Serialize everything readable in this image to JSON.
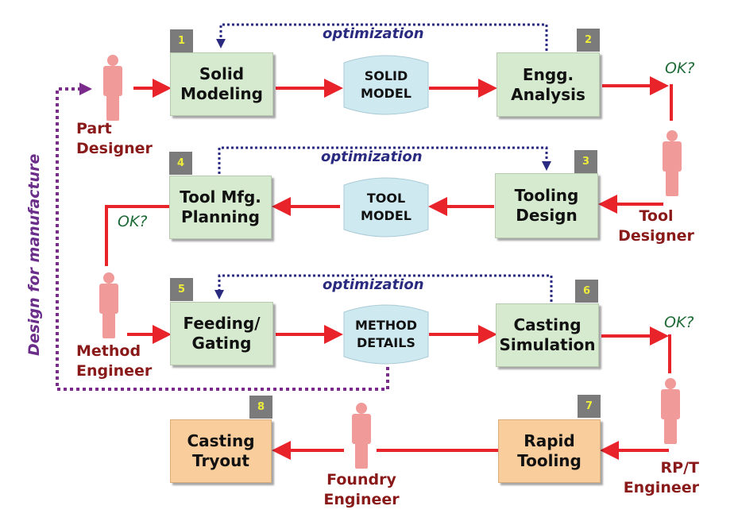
{
  "title": "Casting development process flow",
  "colors": {
    "flow_arrow": "#e8232a",
    "optimization_loop": "#2a2a80",
    "dfm_loop": "#7a2b8c",
    "process_box": "#d6ead0",
    "rp_box": "#f9cd9c",
    "data_store": "#cfe9f1",
    "badge_bg": "#7b7b7b",
    "badge_text": "#eded3a",
    "person": "#f19a9a",
    "role_text": "#8a1a1a",
    "ok_text": "#1f6b38"
  },
  "steps": [
    {
      "num": "1",
      "label": "Solid\nModeling"
    },
    {
      "num": "2",
      "label": "Engg.\nAnalysis"
    },
    {
      "num": "3",
      "label": "Tooling\nDesign"
    },
    {
      "num": "4",
      "label": "Tool Mfg.\nPlanning"
    },
    {
      "num": "5",
      "label": "Feeding/\nGating"
    },
    {
      "num": "6",
      "label": "Casting\nSimulation"
    },
    {
      "num": "7",
      "label": "Rapid\nTooling"
    },
    {
      "num": "8",
      "label": "Casting\nTryout"
    }
  ],
  "data_stores": [
    {
      "label": "SOLID\nMODEL"
    },
    {
      "label": "TOOL\nMODEL"
    },
    {
      "label": "METHOD\nDETAILS"
    }
  ],
  "roles": [
    {
      "label": "Part\nDesigner"
    },
    {
      "label": "Tool\nDesigner"
    },
    {
      "label": "Method\nEngineer"
    },
    {
      "label": "RP/T\nEngineer"
    },
    {
      "label": "Foundry\nEngineer"
    }
  ],
  "decisions": [
    "OK?",
    "OK?",
    "OK?"
  ],
  "optimization_labels": [
    "optimization",
    "optimization",
    "optimization"
  ],
  "dfm_label": "Design for manufacture"
}
